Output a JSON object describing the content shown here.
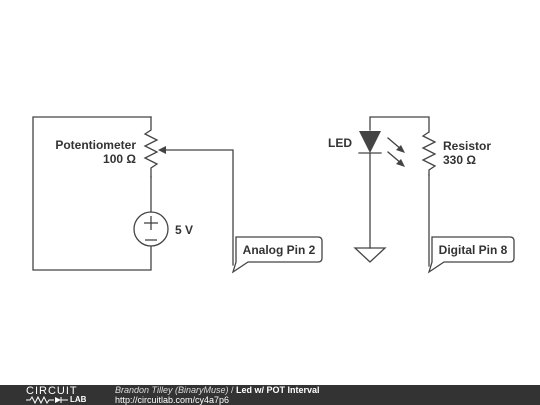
{
  "schematic": {
    "potentiometer": {
      "name": "Potentiometer",
      "value": "100 Ω"
    },
    "source": {
      "value": "5 V"
    },
    "led": {
      "name": "LED"
    },
    "resistor": {
      "name": "Resistor",
      "value": "330 Ω"
    },
    "tags": {
      "analog": "Analog Pin 2",
      "digital": "Digital Pin 8"
    }
  },
  "footer": {
    "logo_top": "CIRCUIT",
    "logo_bottom": "LAB",
    "author": "Brandon Tilley (BinaryMuse)",
    "separator": "/",
    "title": "Led w/ POT Interval",
    "url": "http://circuitlab.com/cy4a7p6"
  }
}
